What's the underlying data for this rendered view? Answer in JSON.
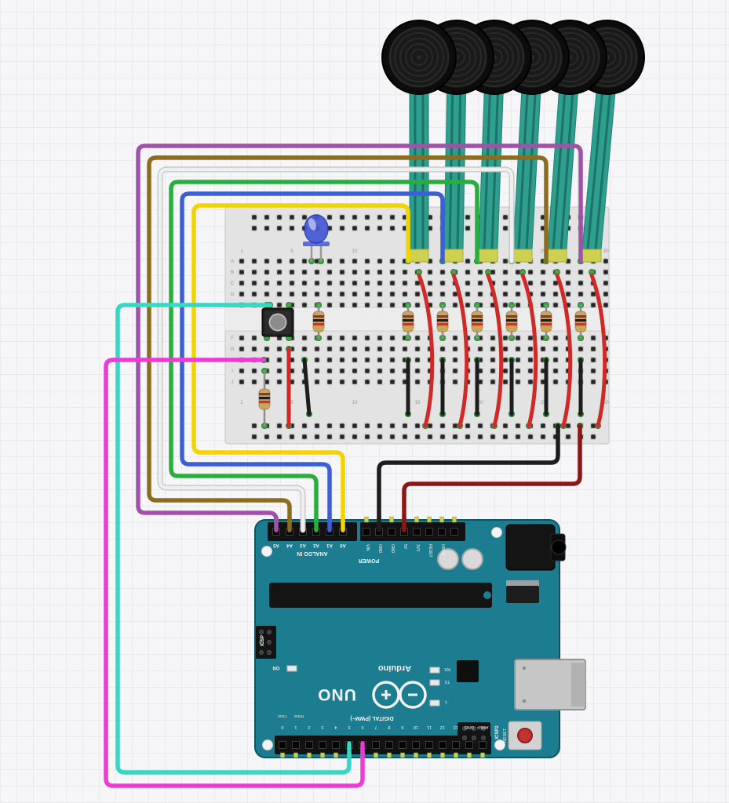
{
  "title": "Breadboard circuit with six force sensors and Arduino UNO",
  "colors": {
    "board_teal": "#1b7d8f",
    "connected_green": "#3faa45",
    "wire_yellow": "#f2d500",
    "wire_blue": "#3b5fd9",
    "wire_green": "#27ae3c",
    "wire_white": "#efefef",
    "wire_brown": "#8c6d1f",
    "wire_purple": "#a052a8",
    "wire_cyan": "#39d6c4",
    "wire_magenta": "#f03ad8",
    "wire_black": "#1d1d1d",
    "wire_darkred": "#8e1515",
    "wire_red": "#cf2a27",
    "cable_teal": "#2e9f8e",
    "fsr_black": "#0c0c0c"
  },
  "components": {
    "fsr_count": 6
  },
  "breadboard": {
    "row_letters_upper": [
      "A",
      "B",
      "C",
      "D",
      "E"
    ],
    "row_letters_lower": [
      "F",
      "G",
      "H",
      "I",
      "J"
    ],
    "column_numbers": [
      "1",
      "5",
      "10",
      "15",
      "20",
      "25",
      "30"
    ]
  },
  "arduino": {
    "analog_section_label": "ANALOG IN",
    "analog_pins": [
      "A5",
      "A4",
      "A3",
      "A2",
      "A1",
      "A0"
    ],
    "power_section_label": "POWER",
    "power_pins": [
      "VIN",
      "GND",
      "GND",
      "5V",
      "3V3",
      "RESET",
      "IOREF"
    ],
    "digital_section_label": "DIGITAL (PWM~)",
    "digital_pins": [
      "0",
      "1",
      "2",
      "3",
      "4",
      "5",
      "6",
      "7",
      "8",
      "9",
      "10",
      "11",
      "12",
      "13",
      "GND",
      "AREF"
    ],
    "brand": "Arduino",
    "model": "UNO",
    "icsp_label": "ICSP",
    "icsp2_label": "ICSP2",
    "reset_label": "RESET",
    "on_label": "ON",
    "rx_label": "RX",
    "tx_label": "TX",
    "led_label": "L",
    "tx0_label": "TXD0",
    "rx0_label": "RXD0"
  }
}
